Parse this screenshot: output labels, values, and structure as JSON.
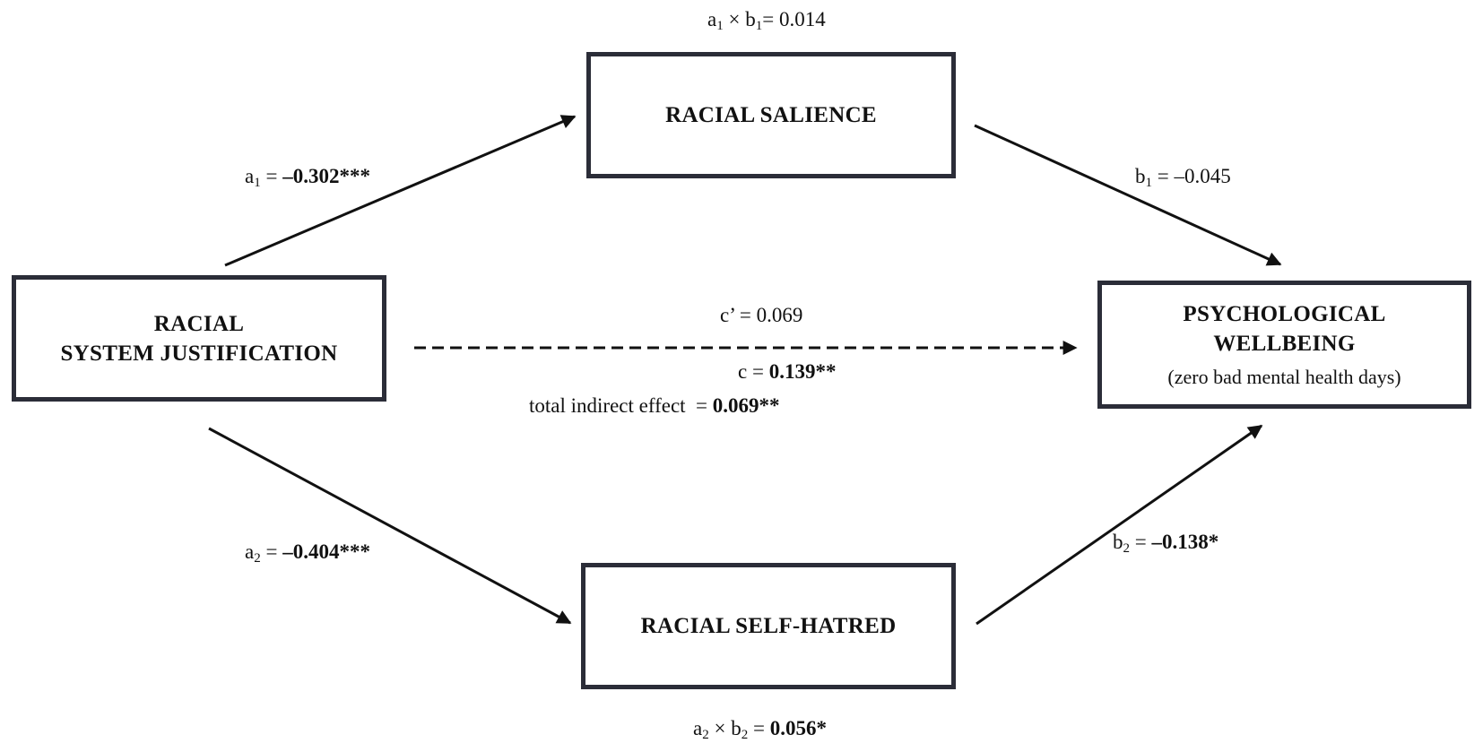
{
  "nodes": {
    "rsj": {
      "line1": "RACIAL",
      "line2": "SYSTEM JUSTIFICATION"
    },
    "salience": {
      "title": "RACIAL SALIENCE"
    },
    "selfhatred": {
      "title": "RACIAL SELF-HATRED"
    },
    "wellbeing": {
      "line1": "PSYCHOLOGICAL",
      "line2": "WELLBEING",
      "sub": "(zero bad mental health days)"
    }
  },
  "paths": {
    "a1": {
      "sym": "a",
      "idx": "1",
      "eq": " = ",
      "value": "–0.302***"
    },
    "b1": {
      "sym": "b",
      "idx": "1",
      "eq": " = ",
      "value": "–0.045"
    },
    "a2": {
      "sym": "a",
      "idx": "2",
      "eq": " = ",
      "value": "–0.404***"
    },
    "b2": {
      "sym": "b",
      "idx": "2",
      "eq": " = ",
      "value": "–0.138*"
    },
    "c_prime": {
      "text": "c’ = 0.069"
    },
    "c": {
      "prefix": "c = ",
      "value": "0.139**"
    },
    "total_indirect": {
      "prefix": "total indirect effect  = ",
      "value": "0.069**"
    }
  },
  "indirect": {
    "ind1": {
      "a": "a",
      "a_idx": "1",
      "times": " × ",
      "b": "b",
      "b_idx": "1",
      "eq": "= ",
      "value": "0.014"
    },
    "ind2": {
      "a": "a",
      "a_idx": "2",
      "times": " × ",
      "b": "b",
      "b_idx": "2",
      "eq": " = ",
      "value": "0.056*"
    }
  }
}
